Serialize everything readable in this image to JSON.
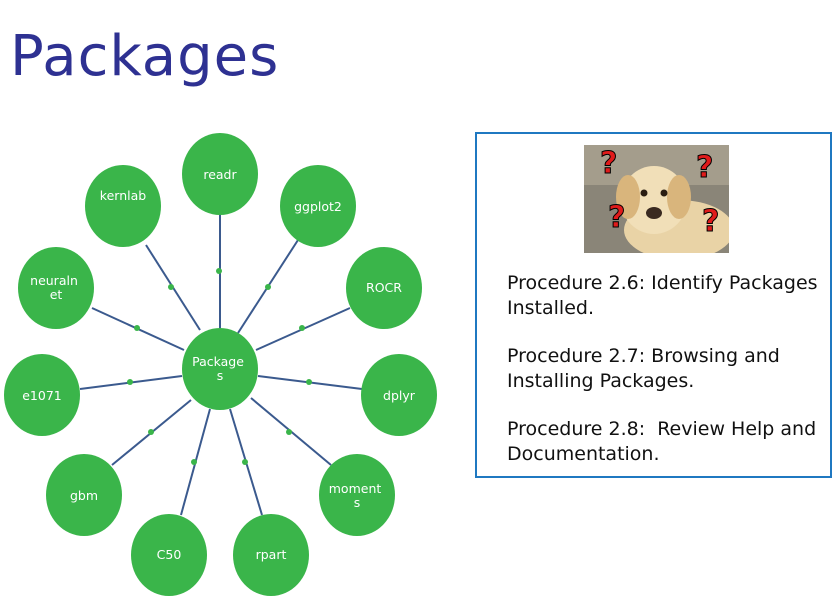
{
  "slide": {
    "title": "Packages"
  },
  "diagram": {
    "center": "Packages",
    "packages": [
      "readr",
      "ggplot2",
      "ROCR",
      "dplyr",
      "moments",
      "rpart",
      "C50",
      "gbm",
      "e1071",
      "neuralnet",
      "kernlab"
    ],
    "colors": {
      "node": "#3ab54a",
      "line": "#3b5a8e",
      "connector_dot": "#3ab54a"
    }
  },
  "panel": {
    "procedures": [
      "Procedure 2.6: Identify Packages Installed.",
      "Procedure 2.7: Browsing and Installing Packages.",
      "Procedure 2.8:  Review Help and Documentation."
    ],
    "border_color": "#1f78c1"
  }
}
